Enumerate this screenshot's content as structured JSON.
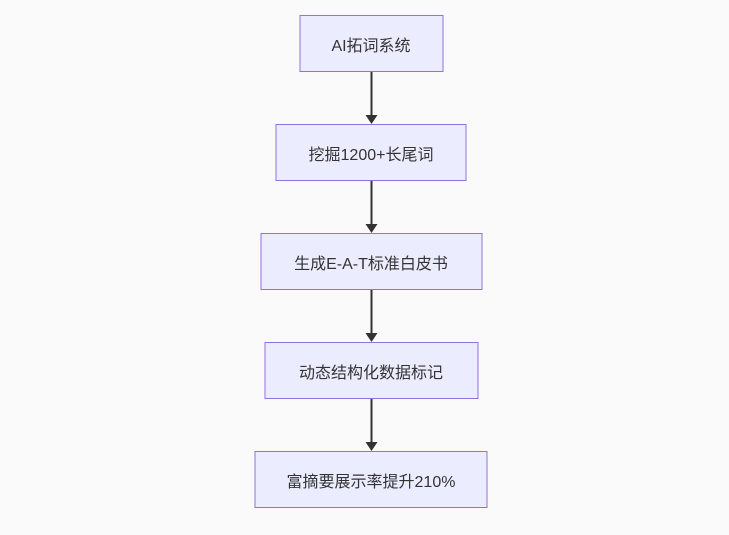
{
  "page": {
    "background_color": "#fafafa"
  },
  "chart_data": {
    "type": "flowchart",
    "direction": "top-down",
    "node_fill": "#ECECFF",
    "node_border_color": "#9370DB",
    "text_color": "#333333",
    "arrow_color": "#333333",
    "nodes": [
      {
        "id": "n0",
        "label": "AI拓词系统"
      },
      {
        "id": "n1",
        "label": "挖掘1200+长尾词"
      },
      {
        "id": "n2",
        "label": "生成E-A-T标准白皮书"
      },
      {
        "id": "n3",
        "label": "动态结构化数据标记"
      },
      {
        "id": "n4",
        "label": "富摘要展示率提升210%"
      }
    ],
    "edges": [
      {
        "from": "n0",
        "to": "n1"
      },
      {
        "from": "n1",
        "to": "n2"
      },
      {
        "from": "n2",
        "to": "n3"
      },
      {
        "from": "n3",
        "to": "n4"
      }
    ]
  }
}
